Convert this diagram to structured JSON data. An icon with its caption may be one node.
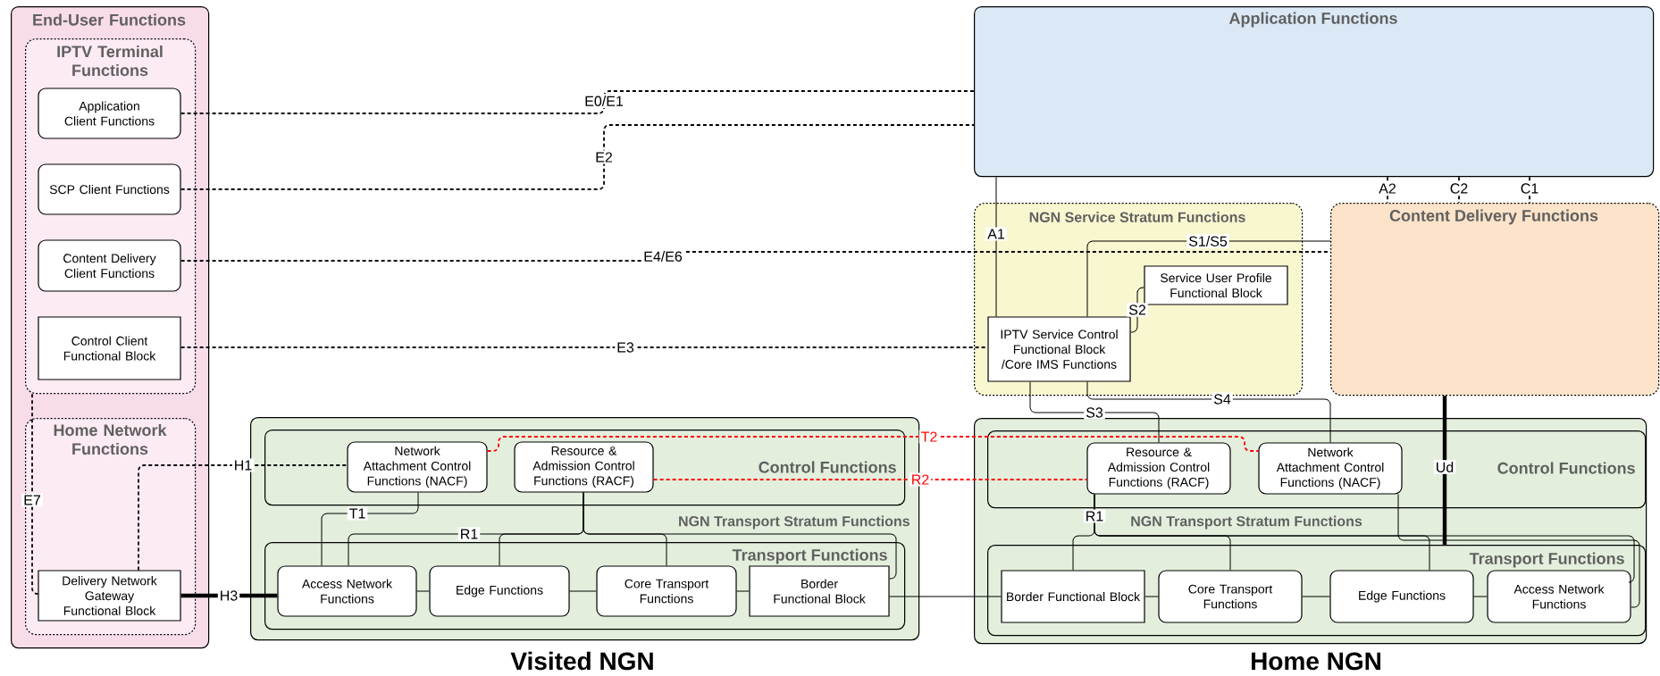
{
  "diagram": {
    "nodes": [
      {
        "text": [
          "End-User Functions"
        ]
      },
      {
        "text": [
          "IPTV Terminal Functions"
        ],
        "in": 0
      },
      {
        "text": [
          "Application Client Functions"
        ],
        "in": 1
      },
      {
        "text": [
          "SCP Client Functions"
        ],
        "in": 1
      },
      {
        "text": [
          "Content Delivery Client Functions"
        ],
        "in": 1
      },
      {
        "text": [
          "Control Client Functional Block"
        ],
        "in": 1
      },
      {
        "text": [
          "Home Network Functions"
        ],
        "in": 0
      },
      {
        "text": [
          "Delivery Network Gateway Functional Block"
        ],
        "in": 6
      },
      {
        "text": [
          "Application Functions"
        ]
      },
      {
        "text": [
          "NGN Service Stratum Functions"
        ]
      },
      {
        "text": [
          "Service User Profile Functional Block"
        ],
        "in": 9
      },
      {
        "text": [
          "IPTV Service Control Functional Block /Core IMS Functions"
        ],
        "in": 9
      },
      {
        "text": [
          "Content Delivery Functions"
        ]
      },
      {
        "text": [
          "NGN Transport Stratum Functions",
          "Visited NGN"
        ]
      },
      {
        "text": [
          "Control Functions"
        ],
        "in": 13
      },
      {
        "text": [
          "Network Attachment Control Functions (NACF)"
        ],
        "in": 14
      },
      {
        "text": [
          "Resource & Admission Control Functions (RACF)"
        ],
        "in": 14
      },
      {
        "text": [
          "Transport Functions"
        ],
        "in": 13
      },
      {
        "text": [
          "Access Network Functions"
        ],
        "in": 17
      },
      {
        "text": [
          "Edge Functions"
        ],
        "in": 17
      },
      {
        "text": [
          "Core Transport Functions"
        ],
        "in": 17
      },
      {
        "text": [
          "Border Functional Block"
        ],
        "in": 17
      },
      {
        "text": [
          "NGN Transport Stratum Functions",
          "Home NGN"
        ]
      },
      {
        "text": [
          "Control Functions"
        ],
        "in": 22
      },
      {
        "text": [
          "Resource & Admission Control Functions (RACF)"
        ],
        "in": 23
      },
      {
        "text": [
          "Network Attachment Control Functions (NACF)"
        ],
        "in": 23
      },
      {
        "text": [
          "Transport Functions"
        ],
        "in": 22
      },
      {
        "text": [
          "Border Functional Block"
        ],
        "in": 26
      },
      {
        "text": [
          "Core Transport Functions"
        ],
        "in": 26
      },
      {
        "text": [
          "Edge Functions"
        ],
        "in": 26
      },
      {
        "text": [
          "Access Network Functions"
        ],
        "in": 26
      }
    ],
    "edges": [
      {
        "from": 2,
        "to": 8,
        "arrow": "none",
        "label": "E0/E1",
        "style": "dashed"
      },
      {
        "from": 3,
        "to": 8,
        "arrow": "none",
        "label": "E2",
        "style": "dashed"
      },
      {
        "from": 4,
        "to": 12,
        "arrow": "none",
        "label": "E4/E6",
        "style": "dashed"
      },
      {
        "from": 5,
        "to": 11,
        "arrow": "none",
        "label": "E3",
        "style": "dashed"
      },
      {
        "from": 1,
        "to": 7,
        "arrow": "none",
        "label": "E7",
        "style": "dashed"
      },
      {
        "from": 7,
        "to": 15,
        "arrow": "none",
        "label": "H1",
        "style": "dashed"
      },
      {
        "from": 7,
        "to": 18,
        "arrow": "none",
        "label": "H3",
        "style": "thick"
      },
      {
        "from": 8,
        "to": 11,
        "arrow": "none",
        "label": "A1"
      },
      {
        "from": 11,
        "to": 12,
        "arrow": "none",
        "label": "S1/S5"
      },
      {
        "from": 11,
        "to": 10,
        "arrow": "none",
        "label": "S2"
      },
      {
        "from": 11,
        "to": 24,
        "arrow": "none",
        "label": "S3"
      },
      {
        "from": 11,
        "to": 25,
        "arrow": "none",
        "label": "S4"
      },
      {
        "from": 8,
        "to": 12,
        "arrow": "none",
        "label": "A2",
        "style": "dashed"
      },
      {
        "from": 8,
        "to": 12,
        "arrow": "none",
        "label": "C2",
        "style": "dashed"
      },
      {
        "from": 8,
        "to": 12,
        "arrow": "none",
        "label": "C1",
        "style": "dashed"
      },
      {
        "from": 12,
        "to": 26,
        "arrow": "none",
        "label": "Ud",
        "style": "thick"
      },
      {
        "from": 15,
        "to": 25,
        "arrow": "none",
        "label": "T2",
        "style": "dashed",
        "color": "#ff0000"
      },
      {
        "from": 16,
        "to": 24,
        "arrow": "none",
        "label": "R2",
        "style": "dashed",
        "color": "#ff0000"
      },
      {
        "from": 15,
        "to": 18,
        "arrow": "none",
        "label": "T1"
      },
      {
        "from": 16,
        "to": 18,
        "arrow": "none",
        "label": "R1"
      },
      {
        "from": 16,
        "to": 19,
        "arrow": "none"
      },
      {
        "from": 16,
        "to": 20,
        "arrow": "none"
      },
      {
        "from": 16,
        "to": 21,
        "arrow": "none"
      },
      {
        "from": 18,
        "to": 19,
        "arrow": "none"
      },
      {
        "from": 19,
        "to": 20,
        "arrow": "none"
      },
      {
        "from": 20,
        "to": 21,
        "arrow": "none"
      },
      {
        "from": 21,
        "to": 27,
        "arrow": "none"
      },
      {
        "from": 27,
        "to": 28,
        "arrow": "none"
      },
      {
        "from": 28,
        "to": 29,
        "arrow": "none"
      },
      {
        "from": 29,
        "to": 30,
        "arrow": "none"
      },
      {
        "from": 24,
        "to": 27,
        "arrow": "none",
        "label": "R1"
      },
      {
        "from": 24,
        "to": 28,
        "arrow": "none"
      },
      {
        "from": 24,
        "to": 29,
        "arrow": "none"
      },
      {
        "from": 24,
        "to": 30,
        "arrow": "none"
      },
      {
        "from": 25,
        "to": 30,
        "arrow": "none"
      }
    ]
  }
}
